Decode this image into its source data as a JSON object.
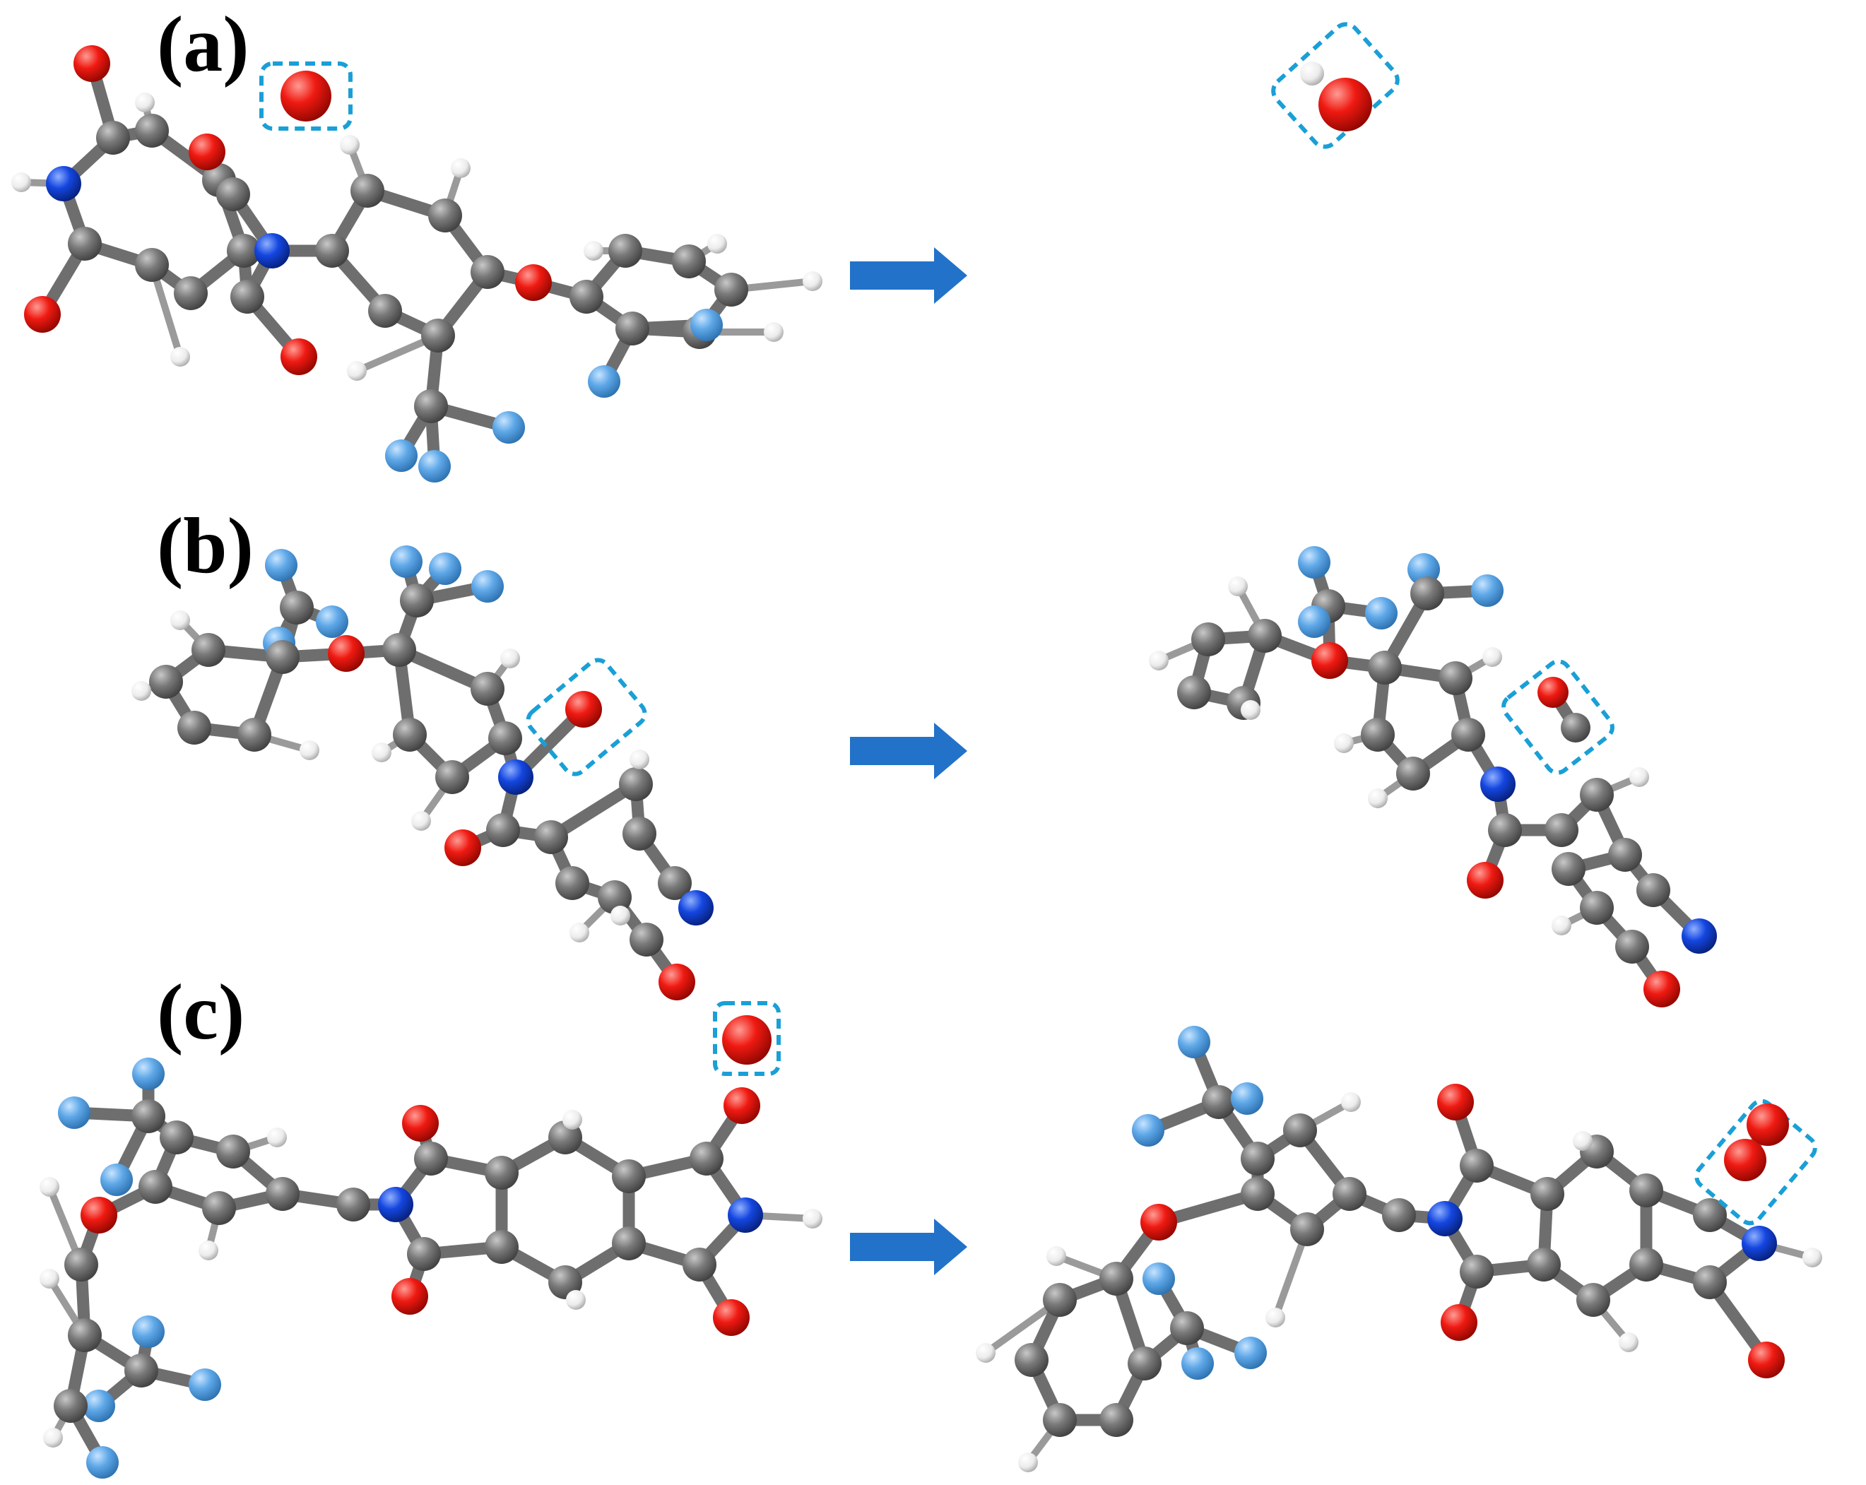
{
  "panels": [
    {
      "id": "a",
      "label": "(a)"
    },
    {
      "id": "b",
      "label": "(b)"
    },
    {
      "id": "c",
      "label": "(c)"
    }
  ],
  "colors": {
    "carbon": "#6e6e6e",
    "oxygen": "#e41b14",
    "nitrogen": "#1446e0",
    "hydrogen": "#f0f0f0",
    "fluorine": "#5fa8e8",
    "arrow": "#2272c9",
    "highlight_box": "#1a9fd6",
    "label_text": "#000000"
  },
  "icons": {
    "transition_arrow": "right-arrow-icon",
    "highlight_marker": "dashed-rounded-box"
  }
}
